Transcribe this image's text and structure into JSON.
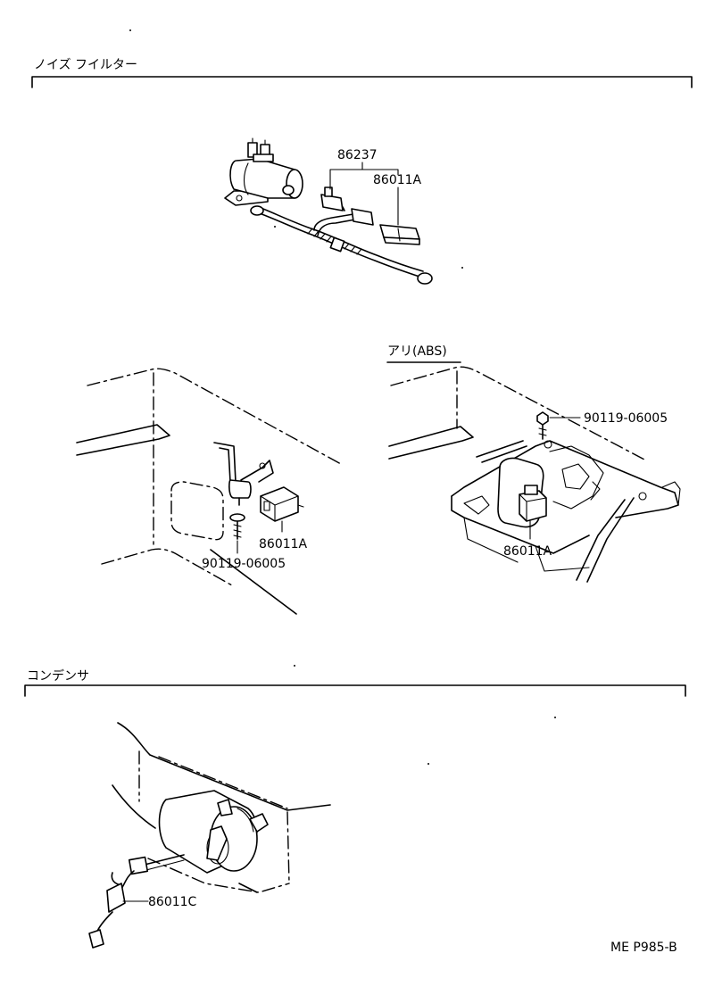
{
  "sections": {
    "noise_filter": {
      "title": "ノイズ フイルター"
    },
    "abs": {
      "title": "アリ(ABS)"
    },
    "condenser": {
      "title": "コンデンサ"
    }
  },
  "labels": {
    "part_86237": "86237",
    "part_86011a_top": "86011A",
    "part_86011a_left": "86011A",
    "bolt_left": "90119-06005",
    "bolt_right": "90119-06005",
    "part_86011a_right": "86011A",
    "part_86011c": "86011C"
  },
  "footer": {
    "code": "ME P985-B"
  }
}
